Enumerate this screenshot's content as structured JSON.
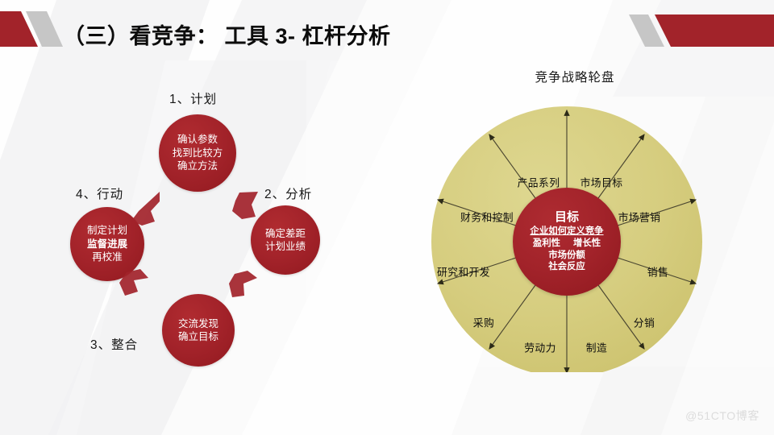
{
  "slide": {
    "title": "（三）看竞争： 工具 3- 杠杆分析",
    "watermark": "@51CTO博客",
    "colors": {
      "brand_red": "#a2232a",
      "wheel_gold": "#d6cd80",
      "accent_gray": "#c6c6c6",
      "background": "#fefefe"
    }
  },
  "cycle": {
    "steps": [
      {
        "label": "1、计划",
        "lines": [
          "确认参数",
          "找到比较方",
          "确立方法"
        ]
      },
      {
        "label": "2、分析",
        "lines": [
          "确定差距",
          "计划业绩"
        ]
      },
      {
        "label": "3、整合",
        "lines": [
          "交流发现",
          "确立目标"
        ]
      },
      {
        "label": "4、行动",
        "lines": [
          "制定计划",
          "监督进展",
          "再校准"
        ]
      }
    ]
  },
  "wheel": {
    "title": "竞争战略轮盘",
    "hub": {
      "title": "目标",
      "lines": [
        "企业如何定义竞争",
        "盈利性",
        "增长性",
        "市场份额",
        "社会反应"
      ]
    },
    "spokes": [
      {
        "label": "市场目标"
      },
      {
        "label": "市场营销"
      },
      {
        "label": "销售"
      },
      {
        "label": "分销"
      },
      {
        "label": "制造"
      },
      {
        "label": "劳动力"
      },
      {
        "label": "采购"
      },
      {
        "label": "研究和开发"
      },
      {
        "label": "财务和控制"
      },
      {
        "label": "产品系列"
      }
    ]
  },
  "chart_data": {
    "type": "pie",
    "title": "竞争战略轮盘",
    "categories": [
      "市场目标",
      "市场营销",
      "销售",
      "分销",
      "制造",
      "劳动力",
      "采购",
      "研究和开发",
      "财务和控制",
      "产品系列"
    ],
    "values": [
      10,
      10,
      10,
      10,
      10,
      10,
      10,
      10,
      10,
      10
    ],
    "center_label": "目标",
    "legend": "none"
  }
}
